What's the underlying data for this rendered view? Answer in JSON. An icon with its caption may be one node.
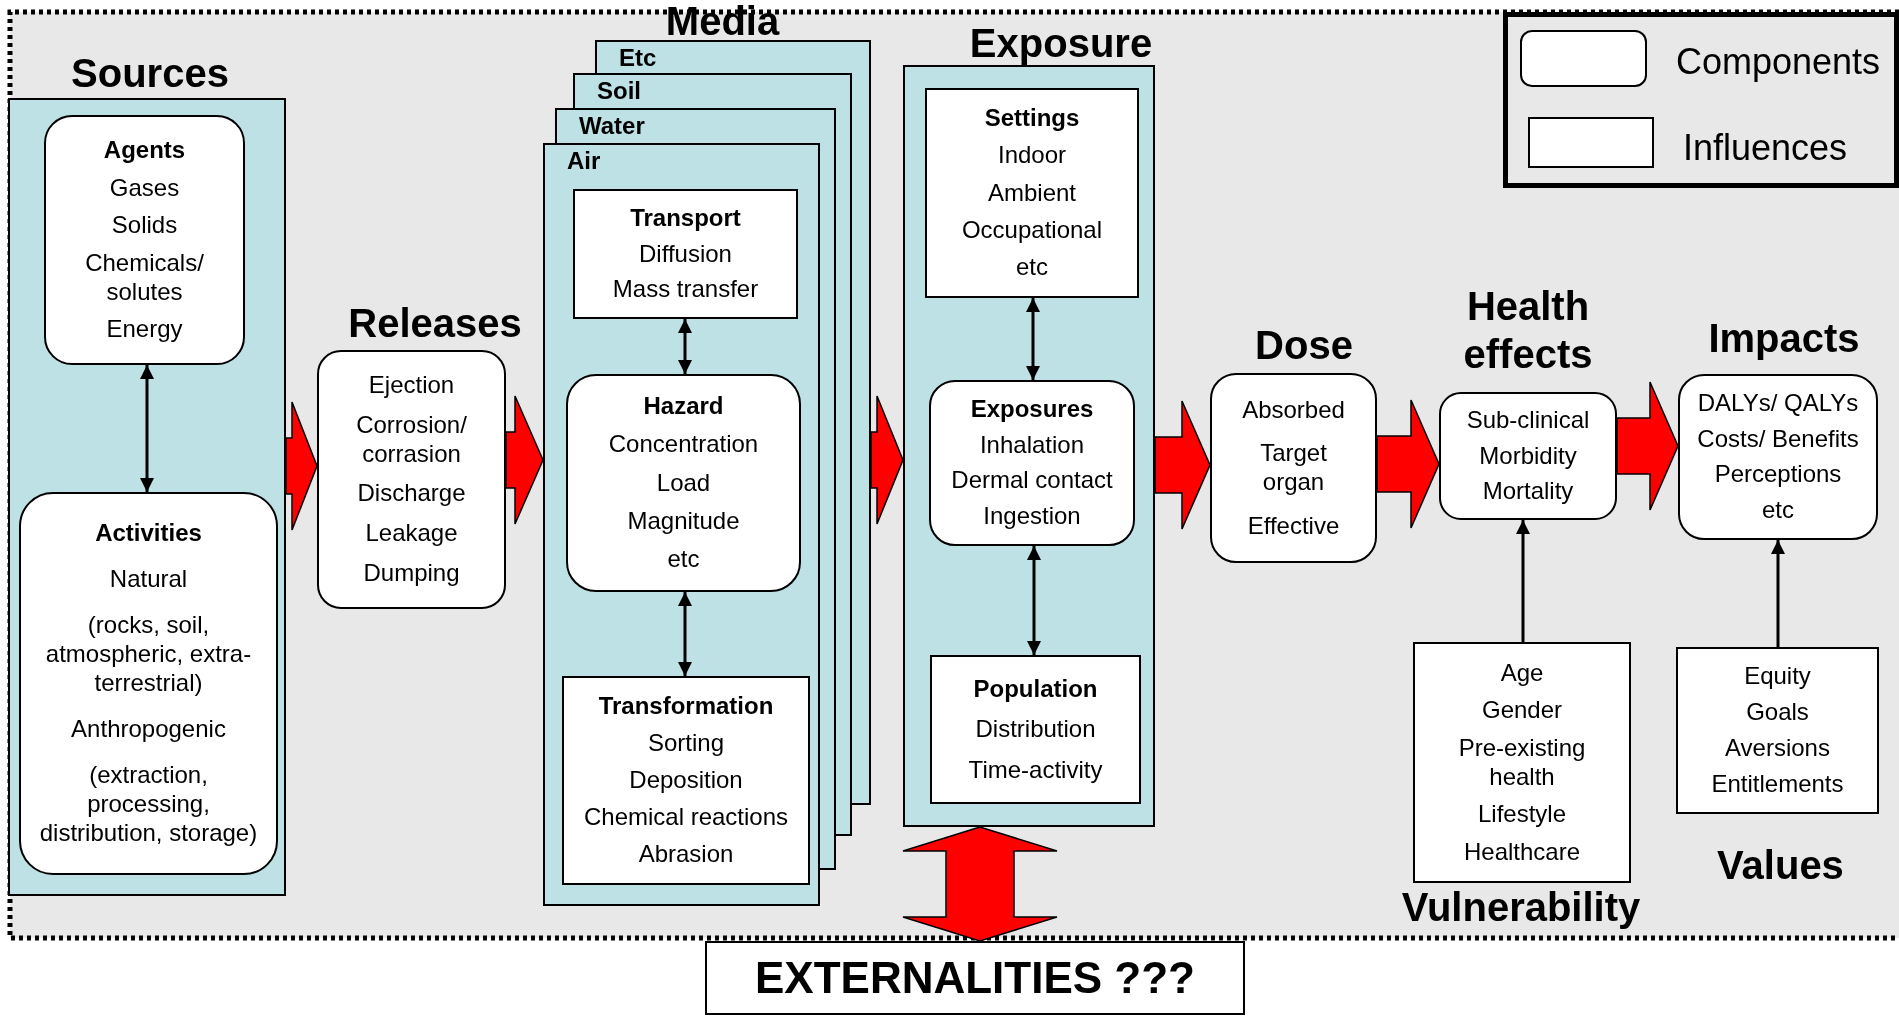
{
  "diagram": {
    "nodes": [
      {
        "text": [
          "Sources"
        ]
      },
      {
        "text": [
          "Agents",
          "Gases",
          "Solids",
          "Chemicals/ solutes",
          "Energy"
        ],
        "in": 0
      },
      {
        "text": [
          "Activities",
          "Natural",
          "(rocks, soil, atmospheric, extra-terrestrial)",
          "Anthropogenic",
          "(extraction, processing, distribution, storage)"
        ],
        "in": 0
      },
      {
        "text": [
          "Releases",
          "Ejection",
          "Corrosion/ corrasion",
          "Discharge",
          "Leakage",
          "Dumping"
        ]
      },
      {
        "text": [
          "Media",
          "Etc",
          "Soil",
          "Water",
          "Air"
        ]
      },
      {
        "text": [
          "Transport",
          "Diffusion",
          "Mass transfer"
        ],
        "in": 4
      },
      {
        "text": [
          "Hazard",
          "Concentration",
          "Load",
          "Magnitude",
          "etc"
        ],
        "in": 4
      },
      {
        "text": [
          "Transformation",
          "Sorting",
          "Deposition",
          "Chemical reactions",
          "Abrasion"
        ],
        "in": 4
      },
      {
        "text": [
          "Exposure"
        ]
      },
      {
        "text": [
          "Settings",
          "Indoor",
          "Ambient",
          "Occupational",
          "etc"
        ],
        "in": 8
      },
      {
        "text": [
          "Exposures",
          "Inhalation",
          "Dermal contact",
          "Ingestion"
        ],
        "in": 8
      },
      {
        "text": [
          "Population",
          "Distribution",
          "Time-activity"
        ],
        "in": 8
      },
      {
        "text": [
          "Dose",
          "Absorbed",
          "Target organ",
          "Effective"
        ]
      },
      {
        "text": [
          "Health effects",
          "Sub-clinical",
          "Morbidity",
          "Mortality"
        ]
      },
      {
        "text": [
          "Impacts",
          "DALYs/ QALYs",
          "Costs/ Benefits",
          "Perceptions",
          "etc"
        ]
      },
      {
        "text": [
          "Age",
          "Gender",
          "Pre-existing health",
          "Lifestyle",
          "Healthcare"
        ],
        "beside": [
          "Vulnerability"
        ]
      },
      {
        "text": [
          "Equity",
          "Goals",
          "Aversions",
          "Entitlements"
        ],
        "beside": [
          "Values"
        ]
      },
      {
        "text": [
          "EXTERNALITIES ???"
        ]
      }
    ],
    "edges": [
      {
        "from": 1,
        "to": 2,
        "arrow": "both"
      },
      {
        "from": 0,
        "to": 3,
        "arrow": "to",
        "style": "thick",
        "color": "#ff0000"
      },
      {
        "from": 3,
        "to": 4,
        "arrow": "to",
        "style": "thick",
        "color": "#ff0000"
      },
      {
        "from": 5,
        "to": 6,
        "arrow": "both"
      },
      {
        "from": 6,
        "to": 7,
        "arrow": "both"
      },
      {
        "from": 4,
        "to": 8,
        "arrow": "to",
        "style": "thick",
        "color": "#ff0000"
      },
      {
        "from": 9,
        "to": 10,
        "arrow": "both"
      },
      {
        "from": 10,
        "to": 11,
        "arrow": "both"
      },
      {
        "from": 8,
        "to": 12,
        "arrow": "to",
        "style": "thick",
        "color": "#ff0000"
      },
      {
        "from": 12,
        "to": 13,
        "arrow": "to",
        "style": "thick",
        "color": "#ff0000"
      },
      {
        "from": 13,
        "to": 14,
        "arrow": "to",
        "style": "thick",
        "color": "#ff0000"
      },
      {
        "from": 15,
        "to": 13,
        "arrow": "to"
      },
      {
        "from": 16,
        "to": 14,
        "arrow": "to"
      },
      {
        "from": 8,
        "to": 17,
        "arrow": "both",
        "style": "thick",
        "color": "#ff0000"
      }
    ],
    "legend": [
      {
        "text": "Components"
      },
      {
        "text": "Influences"
      }
    ]
  }
}
